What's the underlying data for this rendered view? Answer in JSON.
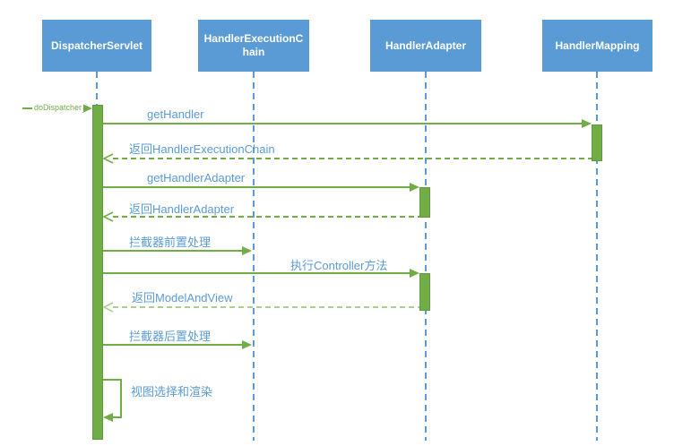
{
  "participants": [
    {
      "label": "DispatcherServlet"
    },
    {
      "label": "HandlerExecutionChain"
    },
    {
      "label": "HandlerAdapter"
    },
    {
      "label": "HandlerMapping"
    }
  ],
  "entry": {
    "label": "doDispatcher"
  },
  "messages": [
    {
      "label": "getHandler",
      "from": "DispatcherServlet",
      "to": "HandlerMapping",
      "type": "call-solid"
    },
    {
      "label": "返回HandlerExecutionChain",
      "from": "HandlerMapping",
      "to": "DispatcherServlet",
      "type": "return-dashed"
    },
    {
      "label": "getHandlerAdapter",
      "from": "DispatcherServlet",
      "to": "HandlerAdapter",
      "type": "call-solid"
    },
    {
      "label": "返回HandlerAdapter",
      "from": "HandlerAdapter",
      "to": "DispatcherServlet",
      "type": "return-dashed"
    },
    {
      "label": "拦截器前置处理",
      "from": "DispatcherServlet",
      "to": "HandlerExecutionChain",
      "type": "call-solid"
    },
    {
      "label": "执行Controller方法",
      "from": "DispatcherServlet",
      "to": "HandlerAdapter",
      "type": "call-solid"
    },
    {
      "label": "返回ModelAndView",
      "from": "HandlerAdapter",
      "to": "DispatcherServlet",
      "type": "return-dashed-light"
    },
    {
      "label": "拦截器后置处理",
      "from": "DispatcherServlet",
      "to": "HandlerExecutionChain",
      "type": "call-solid"
    },
    {
      "label": "视图选择和渲染",
      "from": "DispatcherServlet",
      "to": "DispatcherServlet",
      "type": "self-call"
    }
  ],
  "colors": {
    "participant_fill": "#5B9BD5",
    "lifeline": "#5B9BD5",
    "message_line": "#70AD47",
    "message_line_light": "#A9D18E",
    "message_label_text": "#5B9BD5",
    "entry_label_text": "#70AD47",
    "participant_text": "#FFFFFF"
  }
}
